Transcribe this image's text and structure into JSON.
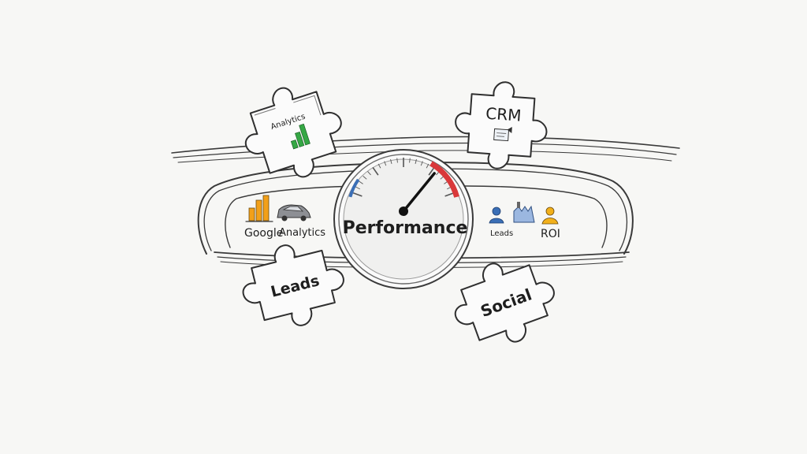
{
  "gauge": {
    "label": "Performance",
    "needle_fraction": 0.78
  },
  "left_panel": {
    "google": "Google",
    "analytics": "Analytics"
  },
  "right_panel": {
    "leads_small": "Leads",
    "roi": "ROI"
  },
  "puzzles": {
    "top_left": "Analytics",
    "top_right": "CRM",
    "bottom_left": "Leads",
    "bottom_right": "Social"
  },
  "colors": {
    "ink": "#2b2b2b",
    "google_blue": "#4285F4",
    "google_red": "#EA4335",
    "google_yellow": "#FBBC05",
    "google_green": "#34A853",
    "gauge_red": "#d9383a",
    "gauge_blue": "#3b6fb6",
    "bar_orange": "#f2a019",
    "bar_green": "#35a845"
  },
  "icons": [
    "bar-chart-icon",
    "car-icon",
    "user-icon",
    "factory-icon",
    "person-icon",
    "document-icon",
    "gauge-icon"
  ]
}
